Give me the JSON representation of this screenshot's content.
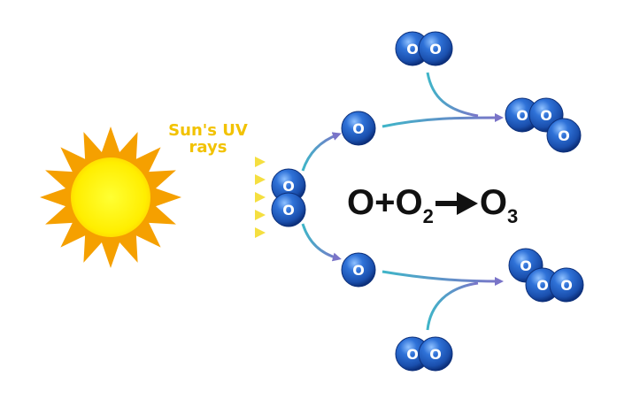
{
  "sun": {
    "label_line1": "Sun's UV",
    "label_line2": "rays"
  },
  "atom_label": "O",
  "equation": {
    "term1": "O",
    "plus": "+",
    "term2": "O",
    "sub2": "2",
    "product": "O",
    "sub3": "3"
  },
  "colors": {
    "sun_core": "#ffee00",
    "sun_rays": "#f5a000",
    "uv_rays": "#f7e46a",
    "uv_label": "#f2c200",
    "atom": "#1f5fc4",
    "atom_dark": "#0c2f7a",
    "arrow": "#5aa0d6",
    "arrow_head": "#7a78c8"
  }
}
